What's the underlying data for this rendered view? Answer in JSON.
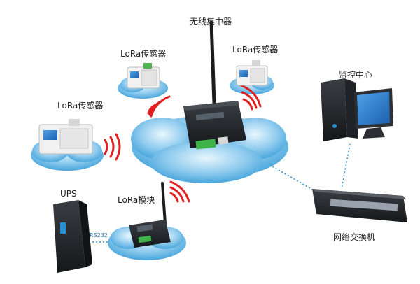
{
  "labels": {
    "concentrator": "无线集中器",
    "sensor_top_left": "LoRa传感器",
    "sensor_top_right": "LoRa传感器",
    "sensor_left": "LoRa传感器",
    "monitor_center": "监控中心",
    "ups": "UPS",
    "rs232": "RS232",
    "lora_module": "LoRa模块",
    "network_switch": "网络交换机"
  },
  "colors": {
    "cloud_fill": "#3a9ed9",
    "cloud_light": "#bfe3f7",
    "wave": "#e02020",
    "link_dotted": "#2a8fd0",
    "device_dark": "#26292c",
    "terminal_green": "#3db34a"
  }
}
